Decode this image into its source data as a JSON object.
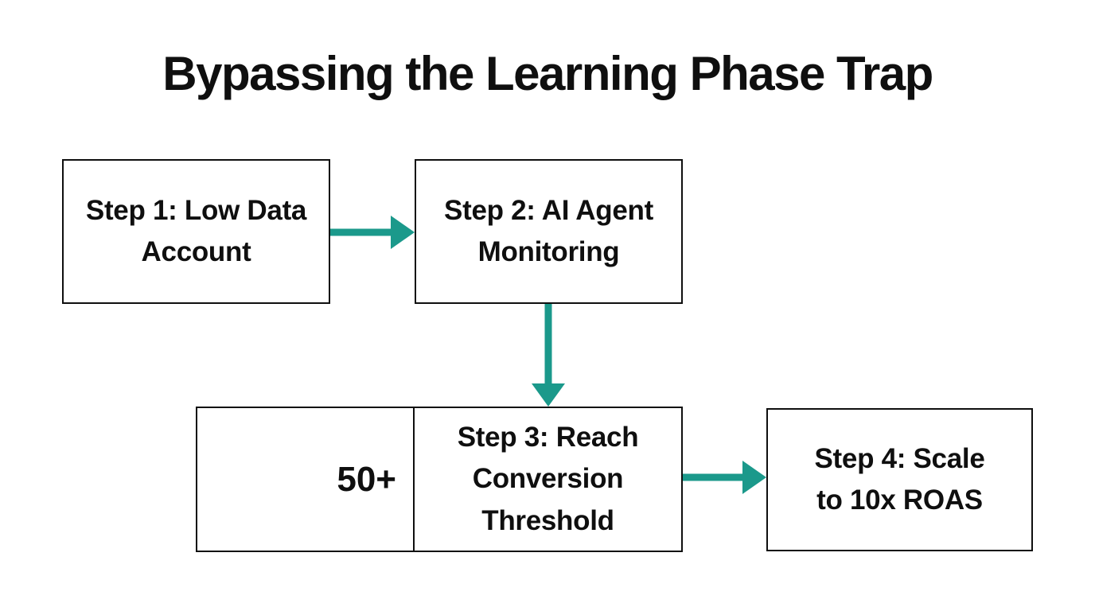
{
  "title": "Bypassing the Learning Phase Trap",
  "colors": {
    "background": "#ffffff",
    "text": "#0f0f0f",
    "border": "#0f0f0f",
    "arrow": "#1b998b"
  },
  "flowchart": {
    "nodes": [
      {
        "id": "step1",
        "label": "Step 1: Low Data\nAccount"
      },
      {
        "id": "step2",
        "label": "Step 2: AI Agent\nMonitoring"
      },
      {
        "id": "conversion-count",
        "label": "50+"
      },
      {
        "id": "step3",
        "label": "Step 3: Reach\nConversion\nThreshold"
      },
      {
        "id": "step4",
        "label": "Step 4: Scale\nto 10x ROAS"
      }
    ],
    "edges": [
      {
        "from": "step1",
        "to": "step2",
        "direction": "right"
      },
      {
        "from": "step2",
        "to": "step3",
        "direction": "down"
      },
      {
        "from": "step3",
        "to": "step4",
        "direction": "right"
      }
    ]
  }
}
